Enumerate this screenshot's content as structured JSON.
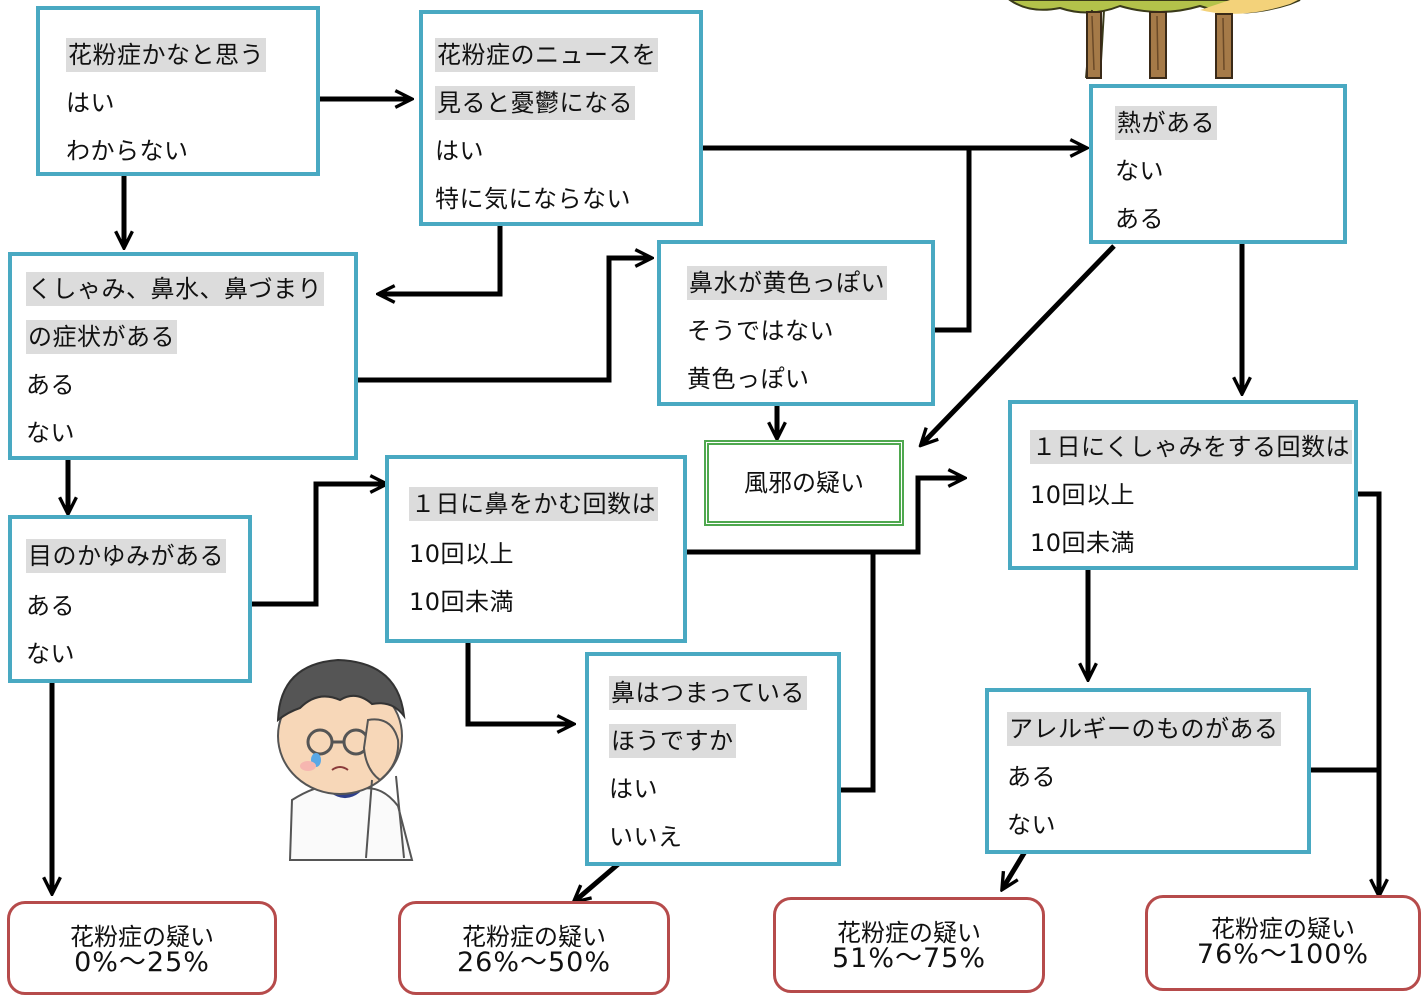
{
  "colors": {
    "box_border": "#49a9c2",
    "result_border": "#b64b4b",
    "cold_border": "#4fa84f",
    "highlight": "#dcdcdc"
  },
  "q1": {
    "title": "花粉症かなと思う",
    "yes": "はい",
    "unknown": "わからない"
  },
  "q2": {
    "title1": "花粉症のニュースを",
    "title2": "見ると憂鬱になる",
    "yes": "はい",
    "not_much": "特に気にならない"
  },
  "q3": {
    "title1": "くしゃみ、鼻水、鼻づまり",
    "title2": "の症状がある",
    "yes": "ある",
    "no": "ない"
  },
  "q4": {
    "title": "鼻水が黄色っぽい",
    "no": "そうではない",
    "yes": "黄色っぽい"
  },
  "q5": {
    "title": "熱がある",
    "no": "ない",
    "yes": "ある"
  },
  "q6": {
    "title": "目のかゆみがある",
    "yes": "ある",
    "no": "ない"
  },
  "q7": {
    "title": "１日に鼻をかむ回数は",
    "more": "10回以上",
    "less": "10回未満"
  },
  "q8": {
    "title": "１日にくしゃみをする回数は",
    "more": "10回以上",
    "less": "10回未満"
  },
  "q9": {
    "title1": "鼻はつまっている",
    "title2": "ほうですか",
    "yes": "はい",
    "no": "いいえ"
  },
  "q10": {
    "title": "アレルギーのものがある",
    "yes": "ある",
    "no": "ない"
  },
  "cold": "風邪の疑い",
  "results": [
    {
      "label": "花粉症の疑い",
      "range": "0%～25%"
    },
    {
      "label": "花粉症の疑い",
      "range": "26%～50%"
    },
    {
      "label": "花粉症の疑い",
      "range": "51%～75%"
    },
    {
      "label": "花粉症の疑い",
      "range": "76%～100%"
    }
  ]
}
